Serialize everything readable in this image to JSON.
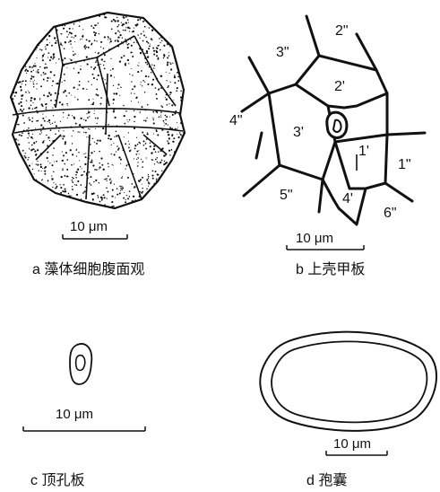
{
  "panels": {
    "a": {
      "caption": "a 藻体细胞腹面观",
      "scale_label": "10 μm"
    },
    "b": {
      "caption": "b 上壳甲板",
      "scale_label": "10 μm",
      "plates": {
        "p2pp": "2\"",
        "p3pp": "3\"",
        "p2p": "2'",
        "p4pp": "4\"",
        "p3p": "3'",
        "p1p": "1'",
        "p1pp": "1\"",
        "p5pp": "5\"",
        "p4p": "4'",
        "p6pp": "6\""
      }
    },
    "c": {
      "caption": "c 顶孔板",
      "scale_label": "10 μm"
    },
    "d": {
      "caption": "d 孢囊",
      "scale_label": "10 μm"
    }
  },
  "colors": {
    "ink": "#111111",
    "background": "#ffffff"
  }
}
